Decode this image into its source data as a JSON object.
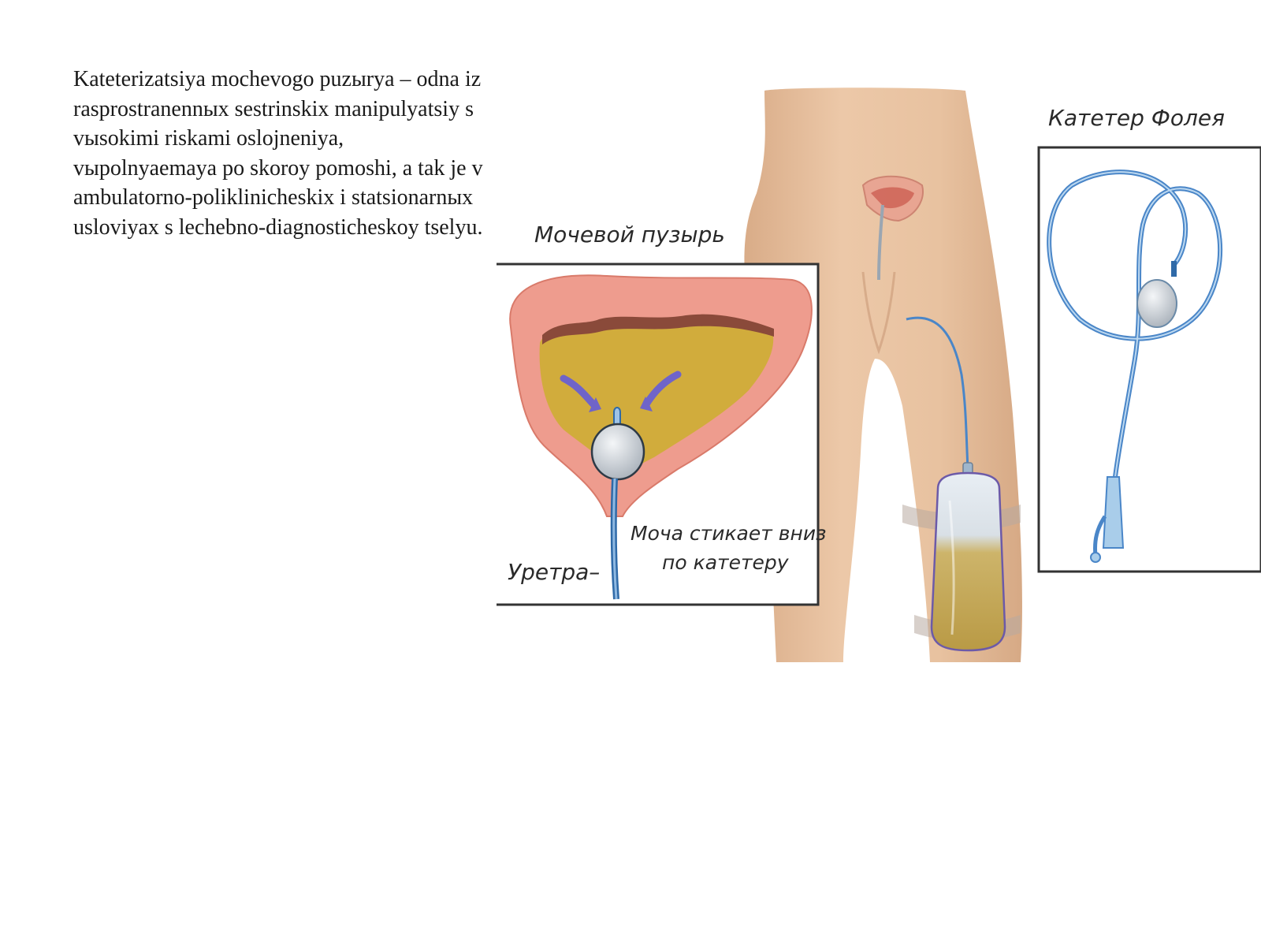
{
  "slide": {
    "body_text": "Kateterizatsiya mochevogo puzыrya – odna iz rasprostranennыx sestrinskix manipulyatsiy s vыsokimi riskami oslojneniya, vыpolnyaemaya po skoroy pomoshi, a tak je v ambulatorno-polikliniches­kix i statsionarnыx usloviyax s lechebno-diagnosticheskoy tselyu."
  },
  "illustration": {
    "label_bladder": "Мочевой пузырь",
    "label_foley": "Катетер Фолея",
    "label_urine_line1": "Моча стикает вниз",
    "label_urine_line2": "по катетеру",
    "label_urethra": "Уретра–",
    "colors": {
      "skin": "#e6c2a2",
      "bladder_wall": "#ee9c8e",
      "urine": "#d1ac3c",
      "catheter": "#4a86c8",
      "frame": "#333333",
      "arrows": "#6f64c9"
    }
  }
}
